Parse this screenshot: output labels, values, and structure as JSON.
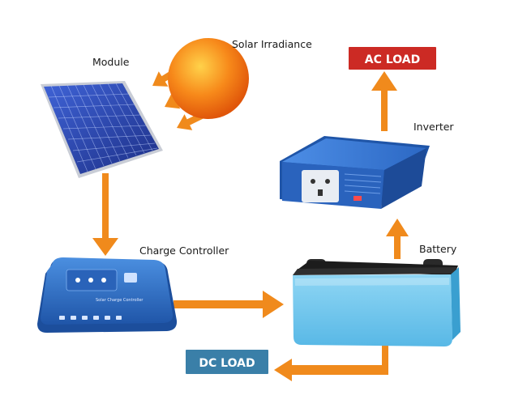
{
  "labels": {
    "module": "Module",
    "solar_irradiance": "Solar Irradiance",
    "inverter": "Inverter",
    "charge_controller": "Charge Controller",
    "battery": "Battery"
  },
  "loads": {
    "ac": "AC LOAD",
    "dc": "DC LOAD"
  },
  "device_text": {
    "controller_caption": "Solar Charge Controller"
  },
  "colors": {
    "arrow": "#f08a1c",
    "ac_load_bg": "#cc2a24",
    "dc_load_bg": "#3a7fa8",
    "device_blue": "#2f6fc4",
    "panel_cell": "#2b46a8",
    "sun": "#f26d0c"
  }
}
